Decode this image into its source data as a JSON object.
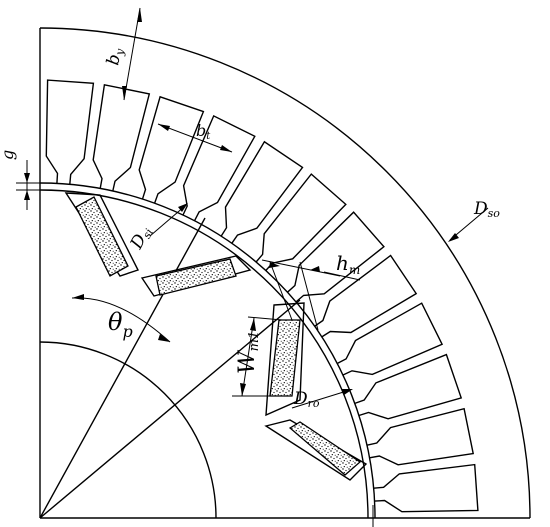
{
  "labels": {
    "stator_yoke_width": "b",
    "stator_yoke_width_sub": "y",
    "tooth_width": "b",
    "tooth_width_sub": "t",
    "air_gap": "g",
    "stator_inner_diameter": "D",
    "stator_inner_diameter_sub": "si",
    "stator_outer_diameter": "D",
    "stator_outer_diameter_sub": "so",
    "magnet_thickness": "h",
    "magnet_thickness_sub": "m",
    "magnet_width": "W",
    "magnet_width_sub": "m1",
    "pole_angle": "θ",
    "pole_angle_sub": "p",
    "rotor_outer_diameter": "D",
    "rotor_outer_diameter_sub": "ro"
  },
  "colors": {
    "line": "#000000",
    "background": "#ffffff"
  }
}
